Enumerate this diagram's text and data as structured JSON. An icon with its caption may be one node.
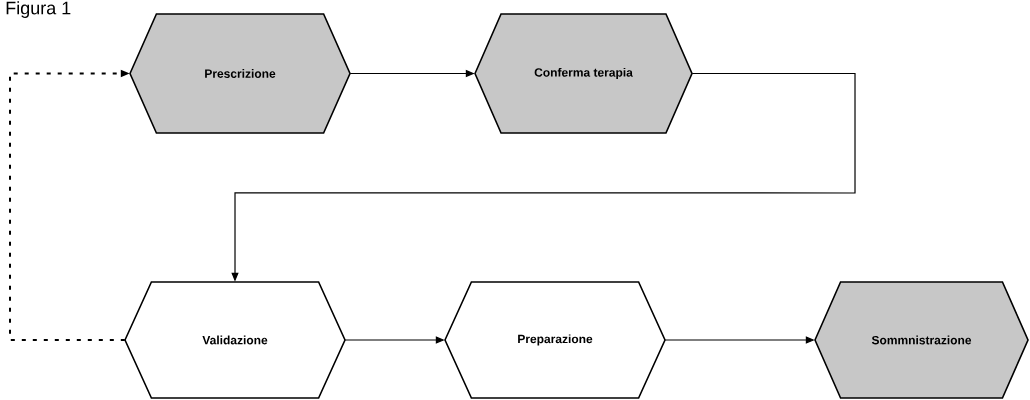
{
  "diagram": {
    "title": "Figura 1",
    "nodes": [
      {
        "text": [
          "Prescrizione"
        ]
      },
      {
        "text": [
          "Conferma terapia"
        ]
      },
      {
        "text": [
          "Validazione"
        ]
      },
      {
        "text": [
          "Preparazione"
        ]
      },
      {
        "text": [
          "Sommnistrazione"
        ]
      }
    ],
    "edges": [
      {
        "from": 0,
        "to": 1,
        "arrow": "to"
      },
      {
        "from": 1,
        "to": 2,
        "arrow": "to"
      },
      {
        "from": 2,
        "to": 3,
        "arrow": "to"
      },
      {
        "from": 3,
        "to": 4,
        "arrow": "to"
      },
      {
        "from": 2,
        "to": 0,
        "arrow": "to",
        "style": "dashed"
      }
    ]
  }
}
